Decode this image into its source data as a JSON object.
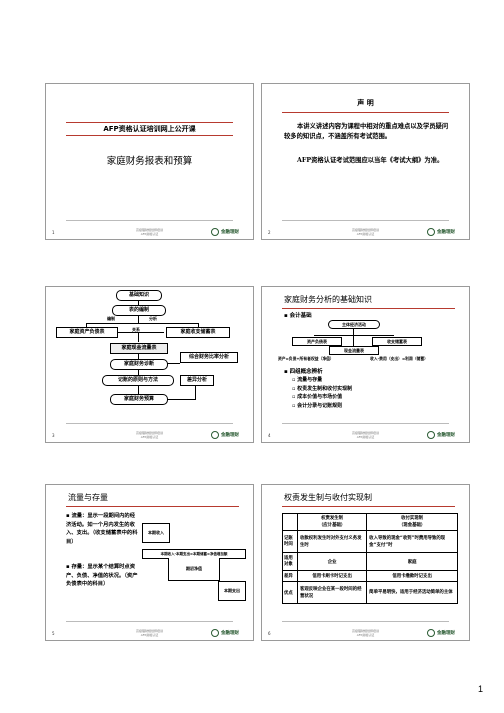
{
  "page_number": "1",
  "footer": {
    "line1": "高级理财规划师培训",
    "line2": "AFP资格认证",
    "logo": "金融理财"
  },
  "slide1": {
    "course_title": "AFP资格认证培训网上公开课",
    "subtitle": "家庭财务报表和预算",
    "page": "1"
  },
  "slide2": {
    "heading": "声 明",
    "body1": "本讲义讲述内容为课程中相对的重点难点以及学员疑问较多的知识点，不涵盖所有考试范围。",
    "body2": "AFP资格认证考试范围应以当年《考试大纲》为准。",
    "page": "2"
  },
  "slide3": {
    "top": "基础知识",
    "compile": "表的编制",
    "lbl_compile": "编制",
    "lbl_analyze": "分析",
    "lbl_relation": "关系",
    "balance": "家庭资产负债表",
    "income": "家庭收支储蓄表",
    "cashflow": "家庭现金流量表",
    "diagnosis": "家庭财务诊断",
    "ratio": "综合财务比率分析",
    "principle": "记账的原则与方法",
    "budget": "家庭财务预算",
    "variance": "差异分析",
    "page": "3"
  },
  "slide4": {
    "title": "家庭财务分析的基础知识",
    "bullet1": "会计基础",
    "d_top": "主体经济活动",
    "d_left": "资产负债表",
    "d_right": "收支储蓄表",
    "d_mid": "现金流量表",
    "eq_left": "资产=负债+所有者权益（净值）",
    "eq_right": "收入-费用（支出）=利润（储蓄）",
    "bullet2": "四组概念辨析",
    "sub": [
      "流量与存量",
      "权责发生制和收付实现制",
      "成本价值与市场价值",
      "会计分录与记账规则"
    ],
    "page": "4"
  },
  "slide5": {
    "title": "流量与存量",
    "b1": "流量：显示一段期间内的经济活动。如一个月内发生的收入、支出。（收支储蓄表中的科目）",
    "b2": "存量：显示某个结算时点资产、负债、净值的状况。（资产负债表中的科目）",
    "d_income": "本期收入",
    "d_eq": "本期收入-本期支出=本期储蓄=净值增加额",
    "d_net": "期初净值",
    "d_exp": "本期支出",
    "page": "5"
  },
  "slide6": {
    "title": "权责发生制与收付实现制",
    "col1": "权责发生制",
    "col1b": "（应计基础）",
    "col2": "收付实现制",
    "col2b": "（现金基础）",
    "rows": [
      {
        "h": "记账时间",
        "a": "收款权利发生时对外支付义务发生时",
        "b": "收入导致的现金“收到”时费用导致的现金“支付”时"
      },
      {
        "h": "适用对象",
        "a": "企业",
        "b": "家庭"
      },
      {
        "h": "差异",
        "a": "信用卡刷卡时记支出",
        "b": "信用卡缴款时记支出"
      },
      {
        "h": "优点",
        "a": "客观反映企业在某一段时间的经营状况",
        "b": "简单平易明快，适用于经济活动简单的主体"
      }
    ],
    "page": "6"
  }
}
